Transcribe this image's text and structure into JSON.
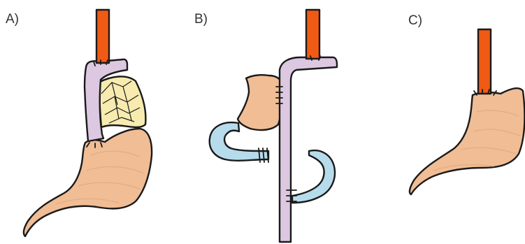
{
  "panels": [
    {
      "id": "a",
      "label": "A)"
    },
    {
      "id": "b",
      "label": "B)"
    },
    {
      "id": "c",
      "label": "C)"
    }
  ],
  "colors": {
    "esophagus": "#f05a14",
    "esophagus_outline": "#1a1a1a",
    "stomach": "#f0bd95",
    "jejunum": "#dcc8e0",
    "duodenum": "#b6dcec",
    "omentum": "#f7ebaf",
    "ink": "#1a1a1a"
  }
}
